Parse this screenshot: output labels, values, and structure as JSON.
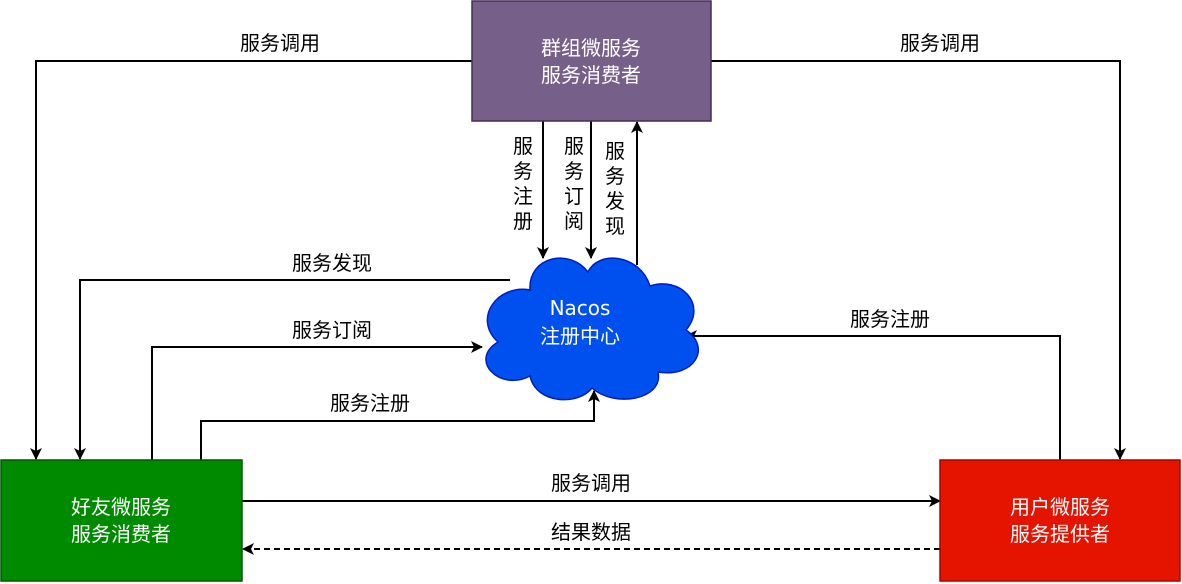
{
  "nodes": {
    "group_service": {
      "line1": "群组微服务",
      "line2": "服务消费者",
      "fill": "#76608a",
      "stroke": "#432d57"
    },
    "friend_service": {
      "line1": "好友微服务",
      "line2": "服务消费者",
      "fill": "#008a00",
      "stroke": "#005700"
    },
    "user_service": {
      "line1": "用户微服务",
      "line2": "服务提供者",
      "fill": "#e51400",
      "stroke": "#b20000"
    },
    "nacos": {
      "line1": "Nacos",
      "line2": "注册中心",
      "fill": "#0050ef",
      "stroke": "#001dbc"
    }
  },
  "edges": {
    "group_to_friend_call": "服务调用",
    "group_to_user_call": "服务调用",
    "group_register": [
      "服",
      "务",
      "注",
      "册"
    ],
    "group_subscribe": [
      "服",
      "务",
      "订",
      "阅"
    ],
    "group_discover": [
      "服",
      "务",
      "发",
      "现"
    ],
    "friend_discover": "服务发现",
    "friend_subscribe": "服务订阅",
    "friend_register": "服务注册",
    "user_register": "服务注册",
    "friend_to_user_call": "服务调用",
    "user_to_friend_result": "结果数据"
  }
}
